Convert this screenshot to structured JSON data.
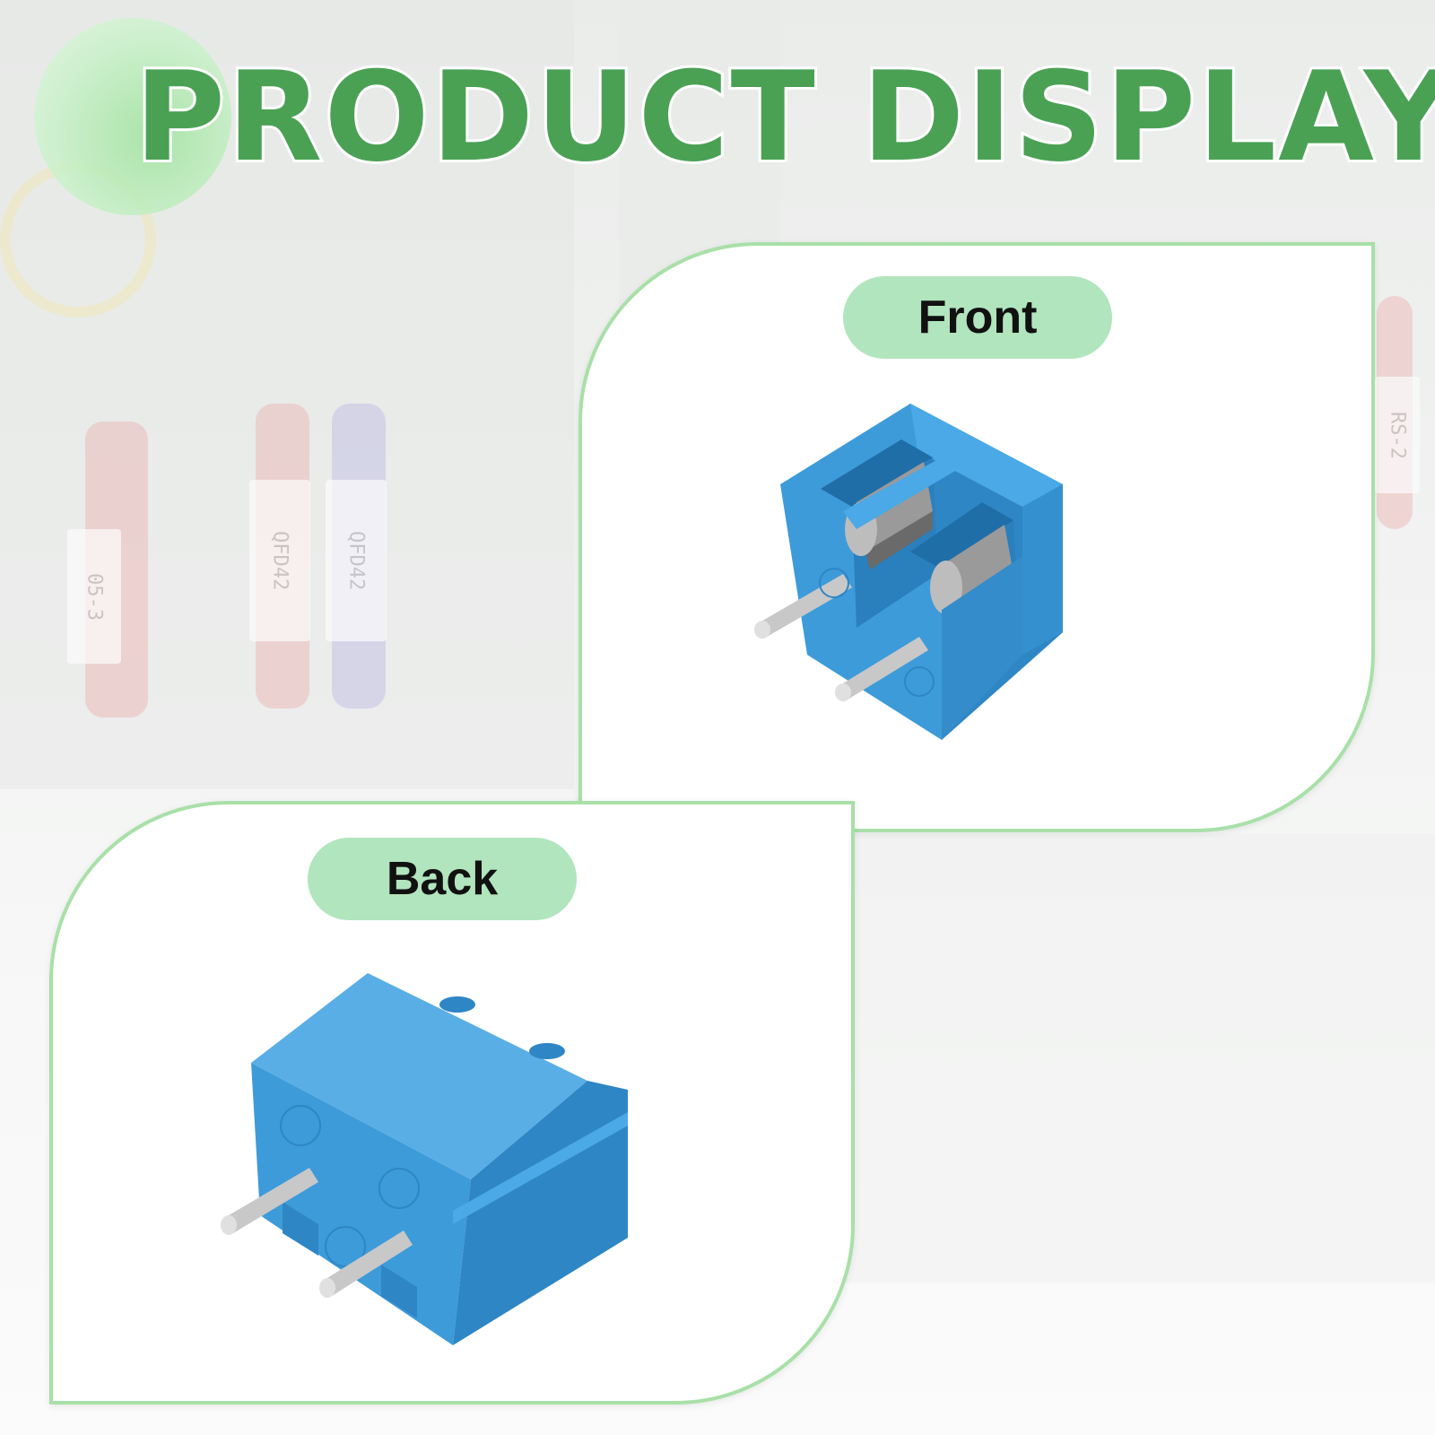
{
  "header": {
    "title": "PRODUCT DISPLAY"
  },
  "views": {
    "front": {
      "label": "Front"
    },
    "back": {
      "label": "Back"
    }
  },
  "background": {
    "wire_tags": [
      "05-3",
      "QFD42",
      "QFD42",
      "RS-2"
    ]
  },
  "colors": {
    "title_green": "#4aa154",
    "card_border": "#a8e0a8",
    "pill_green": "#b1e5bd",
    "terminal_blue": "#3d9bd9",
    "pin_silver": "#c8c8c8"
  }
}
